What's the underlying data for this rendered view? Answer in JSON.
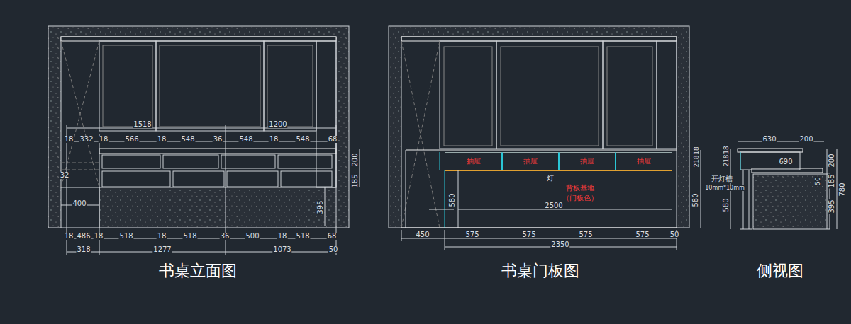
{
  "diagram": {
    "nodes": [
      {
        "text": [
          "抽屉"
        ]
      },
      {
        "text": [
          "抽屉"
        ]
      },
      {
        "text": [
          "抽屉"
        ]
      },
      {
        "text": [
          "抽屉"
        ]
      }
    ],
    "labels": [
      "1518",
      "1200",
      "18",
      "332",
      "18",
      "566",
      "18",
      "548",
      "36",
      "548",
      "18",
      "548",
      "68",
      "200",
      "185",
      "395",
      "32",
      "400",
      "18",
      "486",
      "18",
      "518",
      "18",
      "518",
      "36",
      "500",
      "18",
      "518",
      "68",
      "318",
      "1277",
      "1073",
      "50",
      "书桌立面图",
      "灯",
      "背板基地",
      "（门板色）",
      "580",
      "2500",
      "18",
      "218",
      "580",
      "450",
      "575",
      "575",
      "575",
      "575",
      "50",
      "2350",
      "书桌门板图",
      "630",
      "200",
      "690",
      "18",
      "218",
      "200",
      "185",
      "50",
      "780",
      "395",
      "580",
      "开灯槽",
      "10mm*10mm",
      "侧视图"
    ]
  }
}
